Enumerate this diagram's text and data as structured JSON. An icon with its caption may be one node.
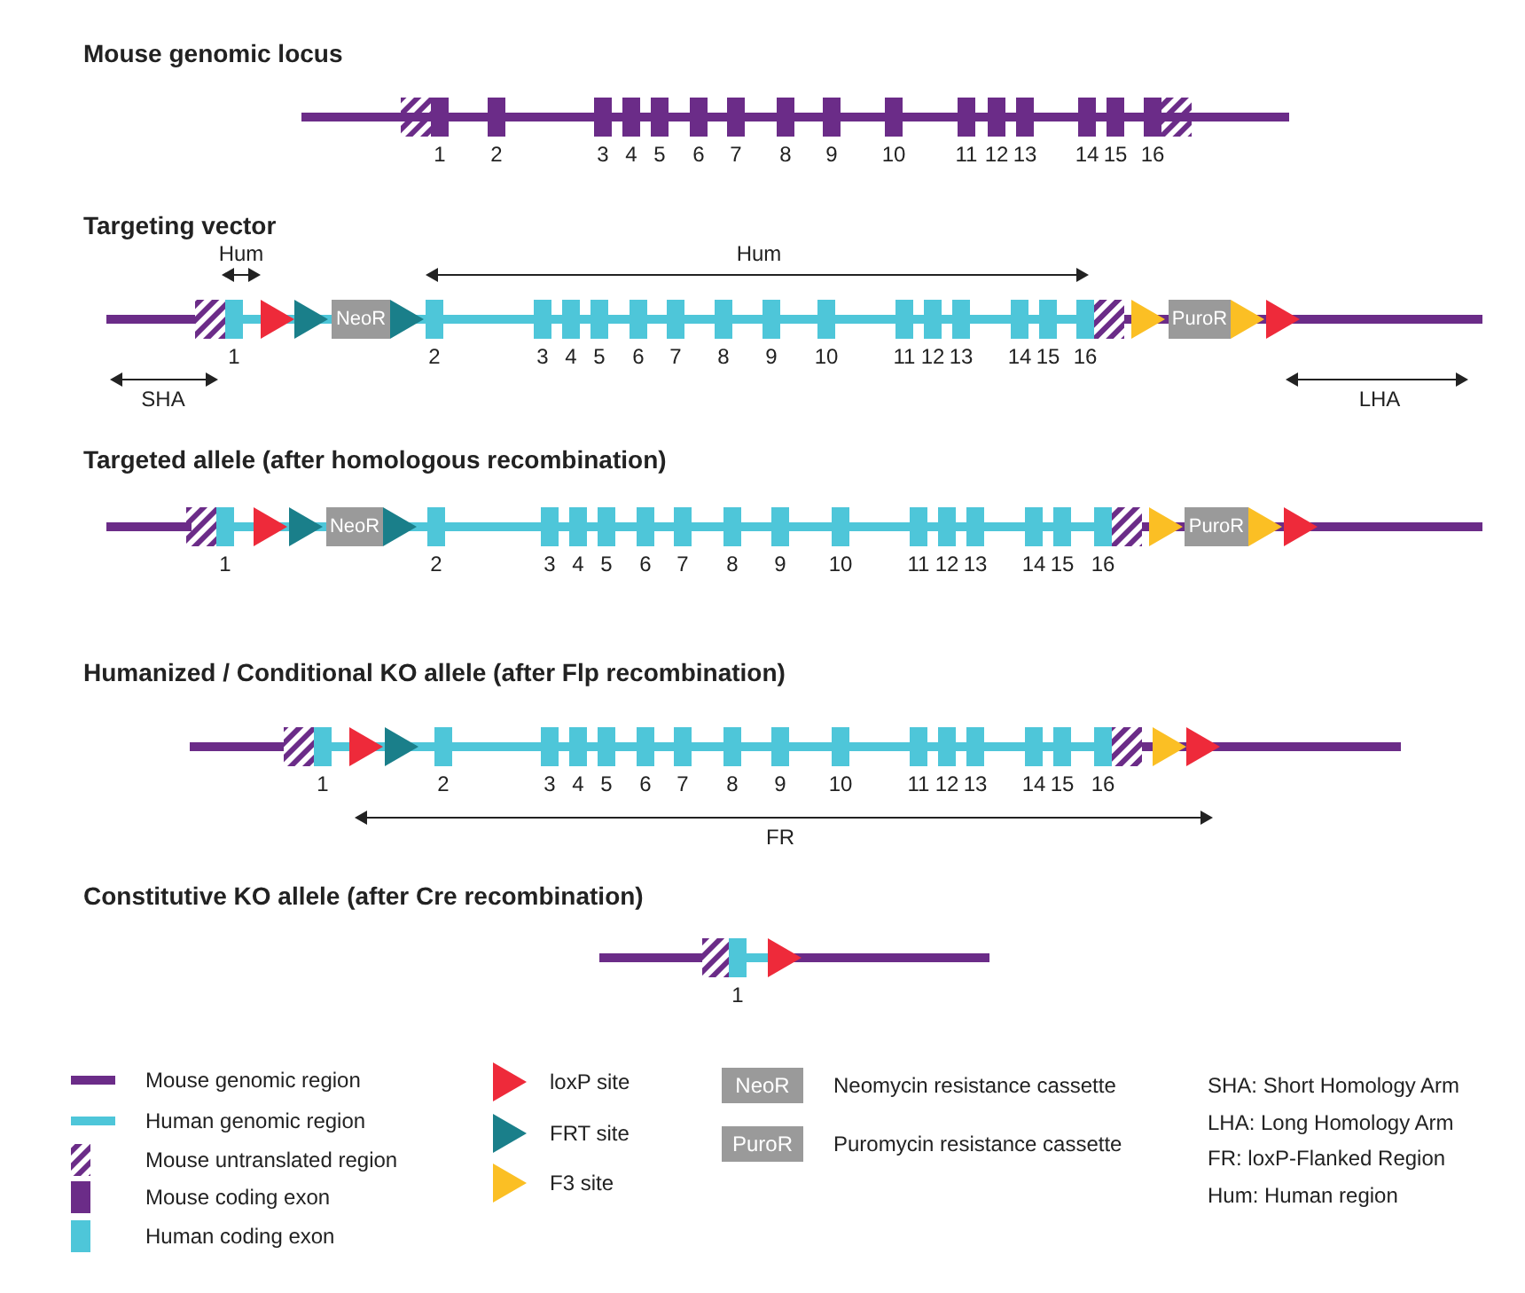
{
  "diagram": {
    "nodes": [
      {
        "text": [
          "NeoR"
        ]
      },
      {
        "text": [
          "PuroR"
        ]
      },
      {
        "text": [
          "NeoR"
        ]
      },
      {
        "text": [
          "PuroR"
        ]
      }
    ],
    "labels": [
      "Mouse genomic locus",
      "1",
      "2",
      "3",
      "4",
      "5",
      "6",
      "7",
      "8",
      "9",
      "10",
      "11",
      "12",
      "13",
      "14",
      "15",
      "16",
      "Targeting vector",
      "Hum",
      "Hum",
      "1",
      "2",
      "3",
      "4",
      "5",
      "6",
      "7",
      "8",
      "9",
      "10",
      "11",
      "12",
      "13",
      "14",
      "15",
      "16",
      "SHA",
      "LHA",
      "Targeted allele (after homologous recombination)",
      "1",
      "2",
      "3",
      "4",
      "5",
      "6",
      "7",
      "8",
      "9",
      "10",
      "11",
      "12",
      "13",
      "14",
      "15",
      "16",
      "Humanized / Conditional KO allele (after Flp recombination)",
      "1",
      "2",
      "3",
      "4",
      "5",
      "6",
      "7",
      "8",
      "9",
      "10",
      "11",
      "12",
      "13",
      "14",
      "15",
      "16",
      "FR",
      "Constitutive KO allele (after Cre recombination)",
      "1",
      "NeoR",
      "PuroR",
      "SHA: Short Homology Arm",
      "LHA: Long Homology Arm",
      "FR: loxP-Flanked Region",
      "Hum: Human region"
    ],
    "legend": [
      {
        "text": "Mouse genomic region"
      },
      {
        "text": "Human genomic region"
      },
      {
        "text": "Mouse untranslated region"
      },
      {
        "text": "Mouse coding exon",
        "color": "#6b2c88"
      },
      {
        "text": "Human coding exon",
        "color": "#4ec6d9"
      },
      {
        "text": "loxP site"
      },
      {
        "text": "FRT site"
      },
      {
        "text": "F3 site"
      },
      {
        "text": "Neomycin resistance cassette",
        "color": "#9a9a9a"
      },
      {
        "text": "Puromycin resistance cassette",
        "color": "#9a9a9a"
      }
    ]
  }
}
